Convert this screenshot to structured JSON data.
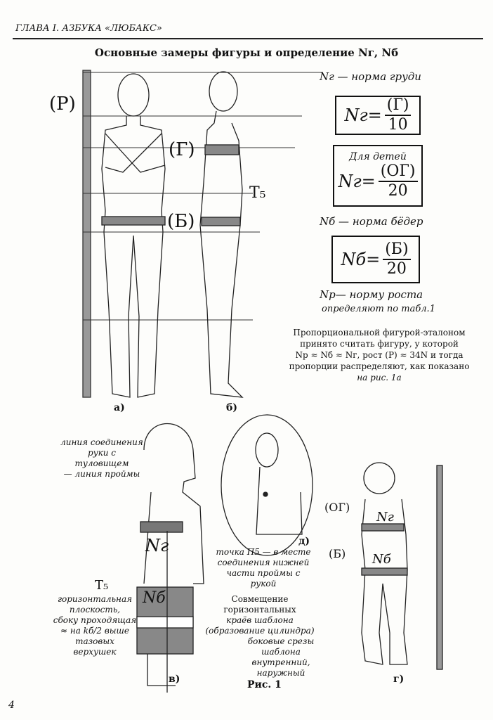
{
  "header": "ГЛАВА I. АЗБУКА «ЛЮБАКС»",
  "title": "Основные замеры фигуры и определение Nг, Nб",
  "labels": {
    "r": "(Р)",
    "g": "(Г)",
    "b": "(Б)",
    "t5": "T₅",
    "og": "(ОГ)",
    "b2": "(Б)",
    "ng_fig": "Nг",
    "nb_fig": "Nб",
    "ng_fig2": "Nг",
    "nb_fig2": "Nб",
    "t5b": "T₅"
  },
  "right": {
    "ng_def": "Nг — норма груди",
    "box1": {
      "lhs": "Nг=",
      "num": "(Г)",
      "den": "10"
    },
    "box2": {
      "caption": "Для детей",
      "lhs": "Nг=",
      "num": "(ОГ)",
      "den": "20"
    },
    "nb_def": "Nб — норма бёдер",
    "box3": {
      "lhs": "Nб=",
      "num": "(Б)",
      "den": "20"
    },
    "nr_def1": "Nр— норму роста",
    "nr_def2": "определяют по табл.1",
    "para": [
      "Пропорциональной фигурой-эталоном",
      "принято считать фигуру, у которой",
      "Nр ≈ Nб ≈ Nг, рост (Р) ≈ 34N и тогда",
      "пропорции распределяют, как показано",
      "на рис. 1а"
    ]
  },
  "captions": {
    "a": "а)",
    "b": "б)",
    "v": "в)",
    "g": "г)",
    "d": "д)",
    "fig": "Рис. 1"
  },
  "notes": {
    "armline": [
      "линия соединения",
      "руки с туловищем",
      "— линия проймы"
    ],
    "p5": [
      "точка П5 — в месте",
      "соединения нижней",
      "части проймы с рукой"
    ],
    "horiz": [
      "горизонтальная",
      "плоскость,",
      "сбоку проходящая",
      "≈ на kб/2 выше",
      "тазовых верхушек"
    ],
    "combine": [
      "Совмещение горизонтальных",
      "краёв шаблона",
      "(образование цилиндра)"
    ],
    "side": [
      "боковые срезы",
      "шаблона",
      "внутренний,",
      "наружный"
    ]
  },
  "page_number": "4"
}
